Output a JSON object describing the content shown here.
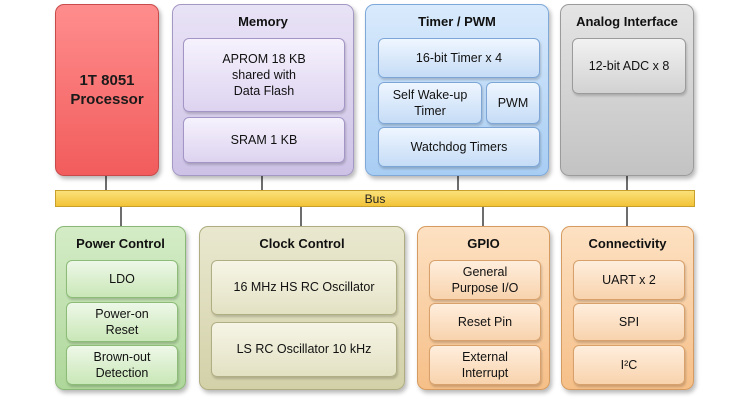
{
  "processor": {
    "label": "1T 8051\nProcessor"
  },
  "memory": {
    "title": "Memory",
    "items": [
      "APROM 18 KB\nshared with\nData Flash",
      "SRAM 1 KB"
    ]
  },
  "timer": {
    "title": "Timer / PWM",
    "items": [
      "16-bit Timer x 4",
      "Self Wake-up\nTimer",
      "PWM",
      "Watchdog Timers"
    ]
  },
  "analog": {
    "title": "Analog Interface",
    "items": [
      "12-bit ADC x 8"
    ]
  },
  "bus": {
    "label": "Bus"
  },
  "power": {
    "title": "Power Control",
    "items": [
      "LDO",
      "Power-on\nReset",
      "Brown-out\nDetection"
    ]
  },
  "clock": {
    "title": "Clock Control",
    "items": [
      "16 MHz HS RC Oscillator",
      "LS RC Oscillator 10 kHz"
    ]
  },
  "gpio": {
    "title": "GPIO",
    "items": [
      "General\nPurpose I/O",
      "Reset Pin",
      "External\nInterrupt"
    ]
  },
  "connectivity": {
    "title": "Connectivity",
    "items": [
      "UART x 2",
      "SPI",
      "I²C"
    ]
  },
  "colors": {
    "processor": "#f25c5c",
    "memory": "#cdc2e6",
    "timer": "#a8cdf3",
    "analog": "#c3c3c3",
    "bus": "#f2c338",
    "power": "#aed79a",
    "clock": "#d3d1a8",
    "gpio": "#f6bf88",
    "connectivity": "#f6bf88"
  }
}
